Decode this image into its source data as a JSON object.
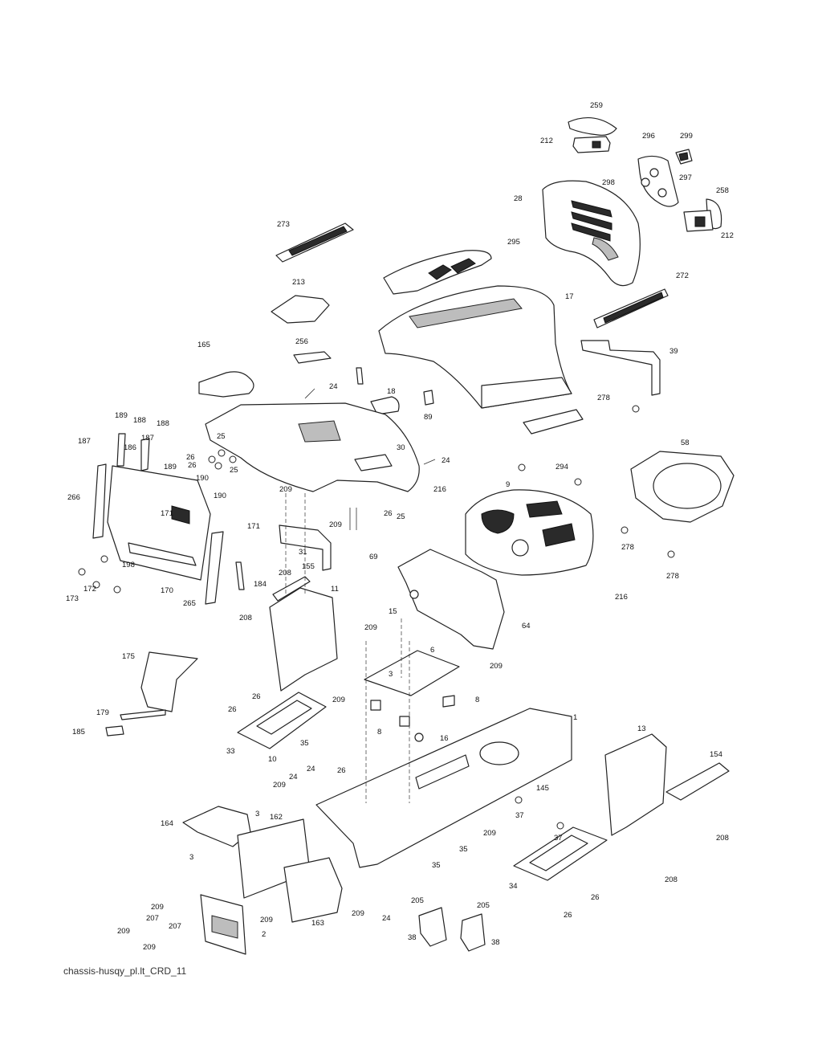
{
  "footer": {
    "drawing_id": "chassis-husqy_pl.lt_CRD_11"
  },
  "callouts": [
    "259",
    "212",
    "296",
    "299",
    "297",
    "298",
    "28",
    "258",
    "212",
    "273",
    "295",
    "272",
    "213",
    "17",
    "39",
    "165",
    "256",
    "18",
    "24",
    "89",
    "278",
    "58",
    "189",
    "188",
    "188",
    "187",
    "186",
    "187",
    "189",
    "25",
    "26",
    "26",
    "25",
    "24",
    "30",
    "294",
    "266",
    "190",
    "190",
    "171",
    "209",
    "216",
    "9",
    "171",
    "209",
    "69",
    "26",
    "25",
    "31",
    "278",
    "278",
    "198",
    "172",
    "173",
    "170",
    "265",
    "184",
    "208",
    "155",
    "11",
    "15",
    "64",
    "216",
    "208",
    "209",
    "6",
    "209",
    "3",
    "175",
    "26",
    "209",
    "8",
    "179",
    "26",
    "8",
    "185",
    "35",
    "16",
    "1",
    "33",
    "10",
    "13",
    "154",
    "24",
    "26",
    "24",
    "209",
    "145",
    "164",
    "3",
    "162",
    "37",
    "37",
    "35",
    "209",
    "3",
    "35",
    "208",
    "34",
    "208",
    "26",
    "26",
    "205",
    "205",
    "209",
    "207",
    "209",
    "209",
    "207",
    "2",
    "209",
    "163",
    "24",
    "38",
    "38",
    "209"
  ]
}
